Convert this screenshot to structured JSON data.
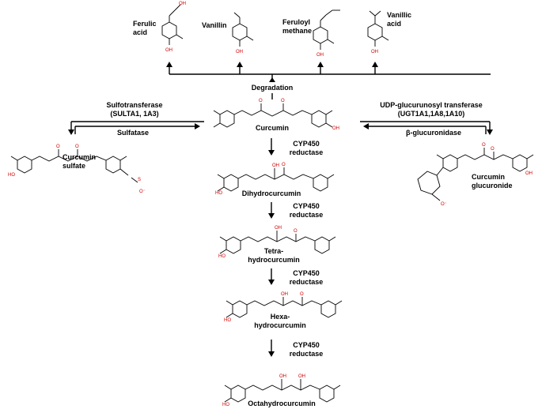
{
  "degradation": {
    "label": "Degradation",
    "products": [
      {
        "line1": "Ferulic",
        "line2": "acid"
      },
      {
        "line1": "Vanillin",
        "line2": ""
      },
      {
        "line1": "Feruloyl",
        "line2": "methane"
      },
      {
        "line1": "Vanillic",
        "line2": "acid"
      }
    ]
  },
  "compounds": {
    "curcumin": "Curcumin",
    "dihydro": "Dihydrocurcumin",
    "tetra": {
      "line1": "Tetra-",
      "line2": "hydrocurcumin"
    },
    "hexa": {
      "line1": "Hexa-",
      "line2": "hydrocurcumin"
    },
    "octa": "Octahydrocurcumin",
    "sulfate": {
      "line1": "Curcumin",
      "line2": "sulfate"
    },
    "glucuronide": {
      "line1": "Curcumin",
      "line2": "glucuronide"
    }
  },
  "enzymes": {
    "sulfotransferase": {
      "line1": "Sulfotransferase",
      "line2": "(SULTA1, 1A3)"
    },
    "sulfatase": "Sulfatase",
    "ugt": {
      "line1": "UDP-glucurunosyl transferase",
      "line2": "(UGT1A1,1A8,1A10)"
    },
    "glucuronidase": "β-glucuronidase",
    "cyp": [
      {
        "line1": "CYP450",
        "line2": "reductase"
      },
      {
        "line1": "CYP450",
        "line2": "reductase"
      },
      {
        "line1": "CYP450",
        "line2": "reductase"
      },
      {
        "line1": "CYP450",
        "line2": "reductase"
      }
    ]
  },
  "atoms": {
    "oh": "OH",
    "o": "O",
    "ho": "HO",
    "s": "S",
    "o_minus": "O⁻"
  },
  "colors": {
    "heteroatom": "#d00000",
    "bond": "#000000",
    "arrow": "#000000"
  }
}
